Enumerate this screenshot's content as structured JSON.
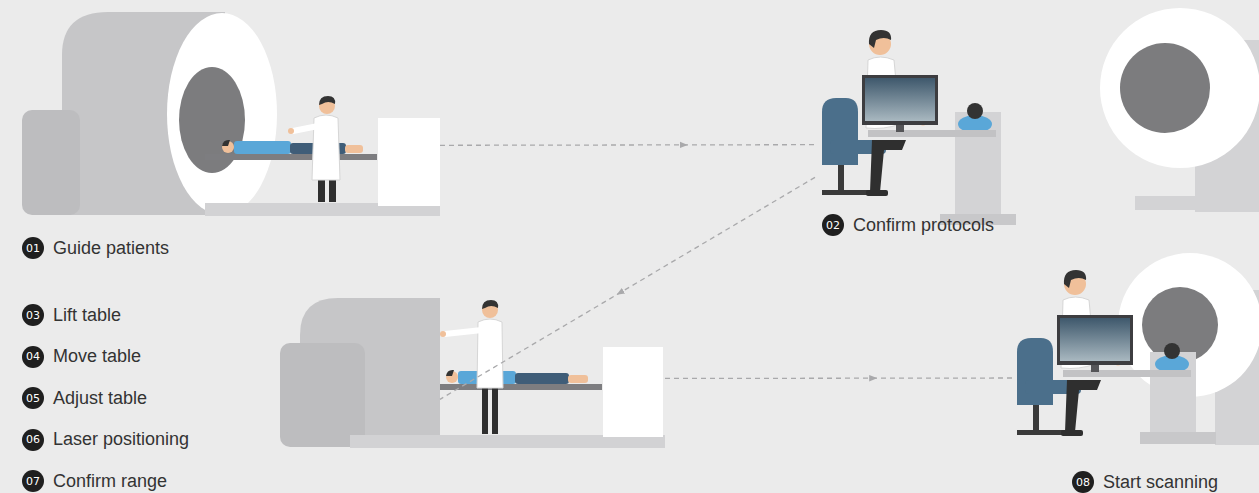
{
  "diagram": {
    "nodes": [
      {
        "text": [
          "01",
          "Guide patients"
        ]
      },
      {
        "text": [
          "02",
          "Confirm protocols"
        ]
      },
      {
        "text": [
          "03",
          "Lift table",
          "04",
          "Move table",
          "05",
          "Adjust table",
          "06",
          "Laser positioning",
          "07",
          "Confirm range"
        ]
      },
      {
        "text": [
          "08",
          "Start scanning"
        ]
      }
    ],
    "edges": [
      {
        "from": 0,
        "to": 1,
        "arrow": "to"
      },
      {
        "from": 1,
        "to": 2,
        "arrow": "to"
      },
      {
        "from": 2,
        "to": 3,
        "arrow": "to"
      }
    ]
  }
}
